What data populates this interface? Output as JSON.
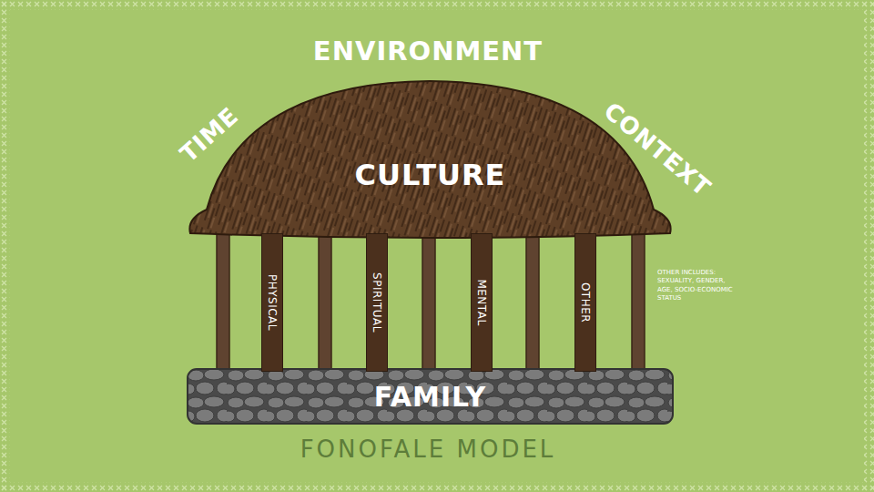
{
  "diagram": {
    "title": "FONOFALE MODEL",
    "nodes": [
      {
        "text": [
          "CULTURE"
        ]
      },
      {
        "text": [
          "PHYSICAL"
        ]
      },
      {
        "text": [
          "SPIRITUAL"
        ]
      },
      {
        "text": [
          "MENTAL"
        ]
      },
      {
        "text": [
          "OTHER"
        ]
      },
      {
        "text": [
          "FAMILY"
        ]
      }
    ],
    "labels": [
      "ENVIRONMENT",
      "TIME",
      "CONTEXT",
      "OTHER INCLUDES: SEXUALITY, GENDER, AGE, SOCIO-ECONOMIC STATUS"
    ]
  }
}
